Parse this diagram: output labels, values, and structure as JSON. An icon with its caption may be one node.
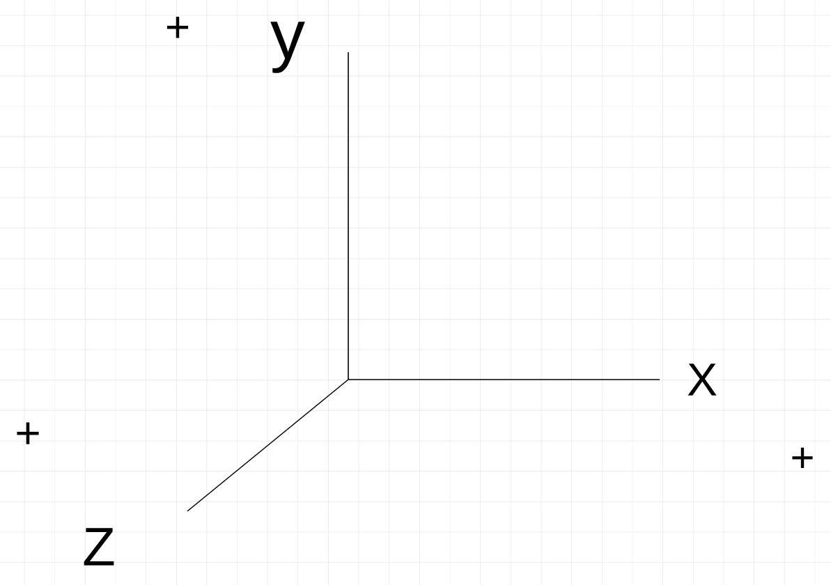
{
  "diagram": {
    "labels": [
      "+",
      "y",
      "X",
      "+",
      "+",
      "Z"
    ]
  }
}
